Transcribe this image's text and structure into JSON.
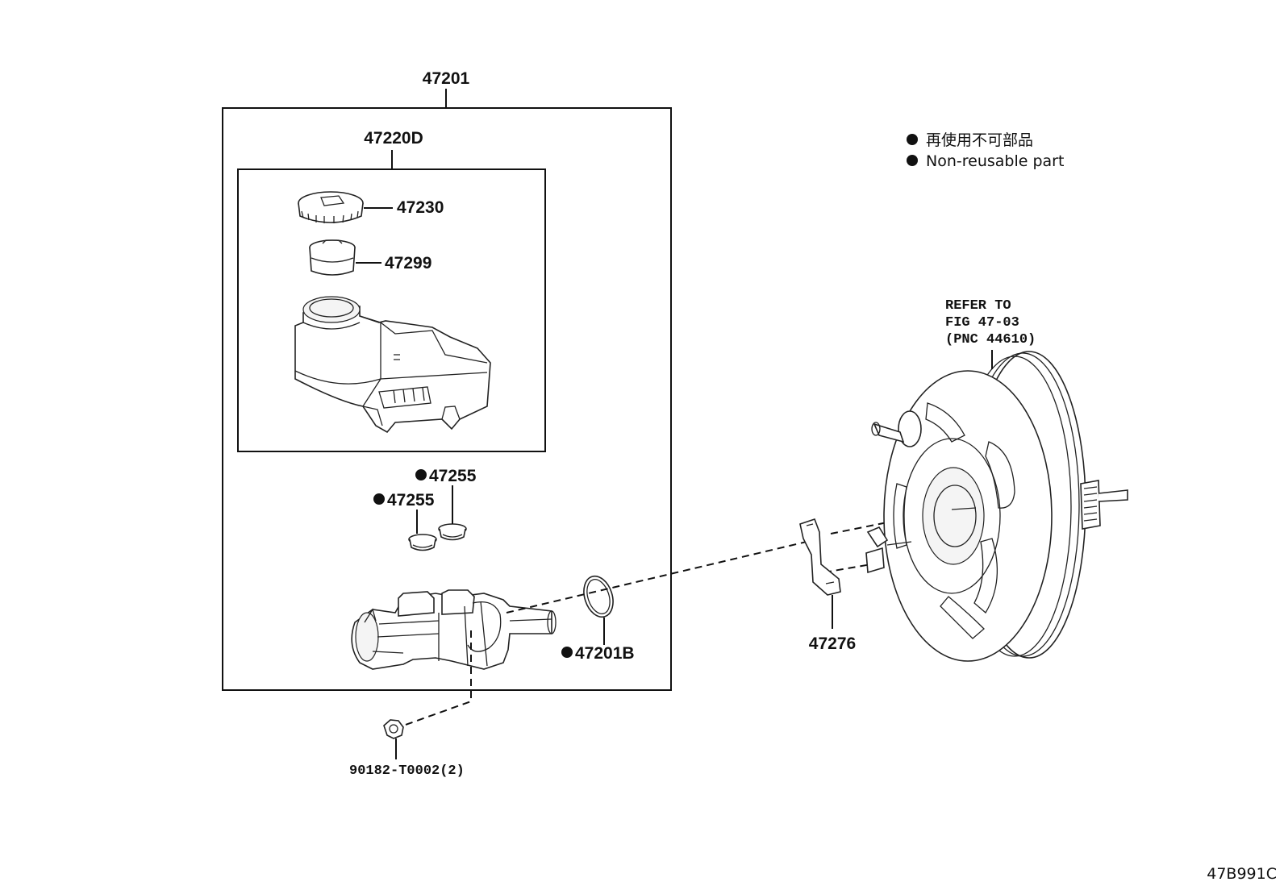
{
  "figure_code": "47B991C",
  "legend": {
    "jp": "再使用不可部品",
    "en": "Non-reusable part"
  },
  "refer": {
    "line1": "REFER TO",
    "line2": "FIG 47-03",
    "line3": "(PNC 44610)"
  },
  "labels": {
    "assembly": "47201",
    "reservoir_sub": "47220D",
    "cap": "47230",
    "strainer": "47299",
    "grommet_a": "47255",
    "grommet_b": "47255",
    "gasket": "47201B",
    "bracket": "47276",
    "nut": "90182-T0002(2)"
  }
}
